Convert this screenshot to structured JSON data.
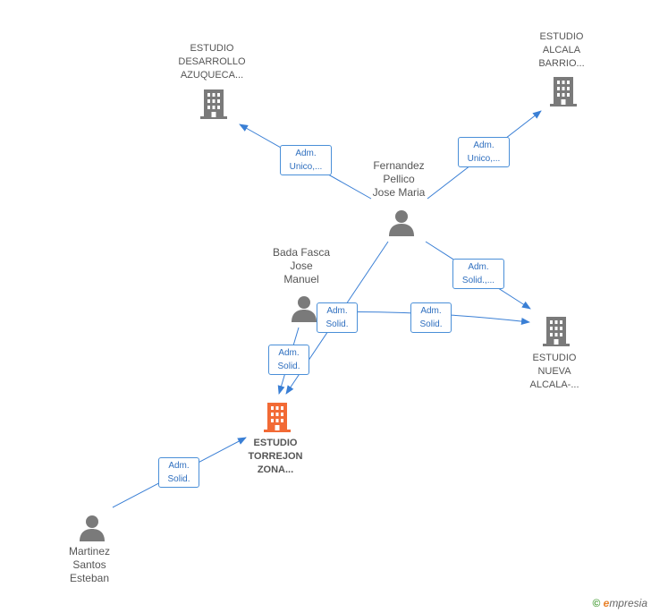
{
  "colors": {
    "edge": "#3a7fd5",
    "company": "#7a7a7a",
    "company_main": "#f26a35",
    "person": "#7a7a7a",
    "label_text": "#555555"
  },
  "nodes": {
    "desarrollo": "ESTUDIO\nDESARROLLO\nAZUQUECA...",
    "alcala_barrio": "ESTUDIO\nALCALA\nBARRIO...",
    "fernandez": "Fernandez\nPellico\nJose Maria",
    "bada": "Bada Fasca\nJose\nManuel",
    "nueva_alcala": "ESTUDIO\nNUEVA\nALCALA-...",
    "torrejon": "ESTUDIO\nTORREJON\nZONA...",
    "martinez": "Martinez\nSantos\nEsteban"
  },
  "edges": {
    "e1": "Adm.\nUnico,...",
    "e2": "Adm.\nUnico,...",
    "e3": "Adm.\nSolid.,...",
    "e4": "Adm.\nSolid.",
    "e5": "Adm.\nSolid.",
    "e6": "Adm.\nSolid.",
    "e7": "Adm.\nSolid."
  },
  "footer": {
    "copyright": "©",
    "brand_initial": "e",
    "brand_rest": "mpresia"
  }
}
